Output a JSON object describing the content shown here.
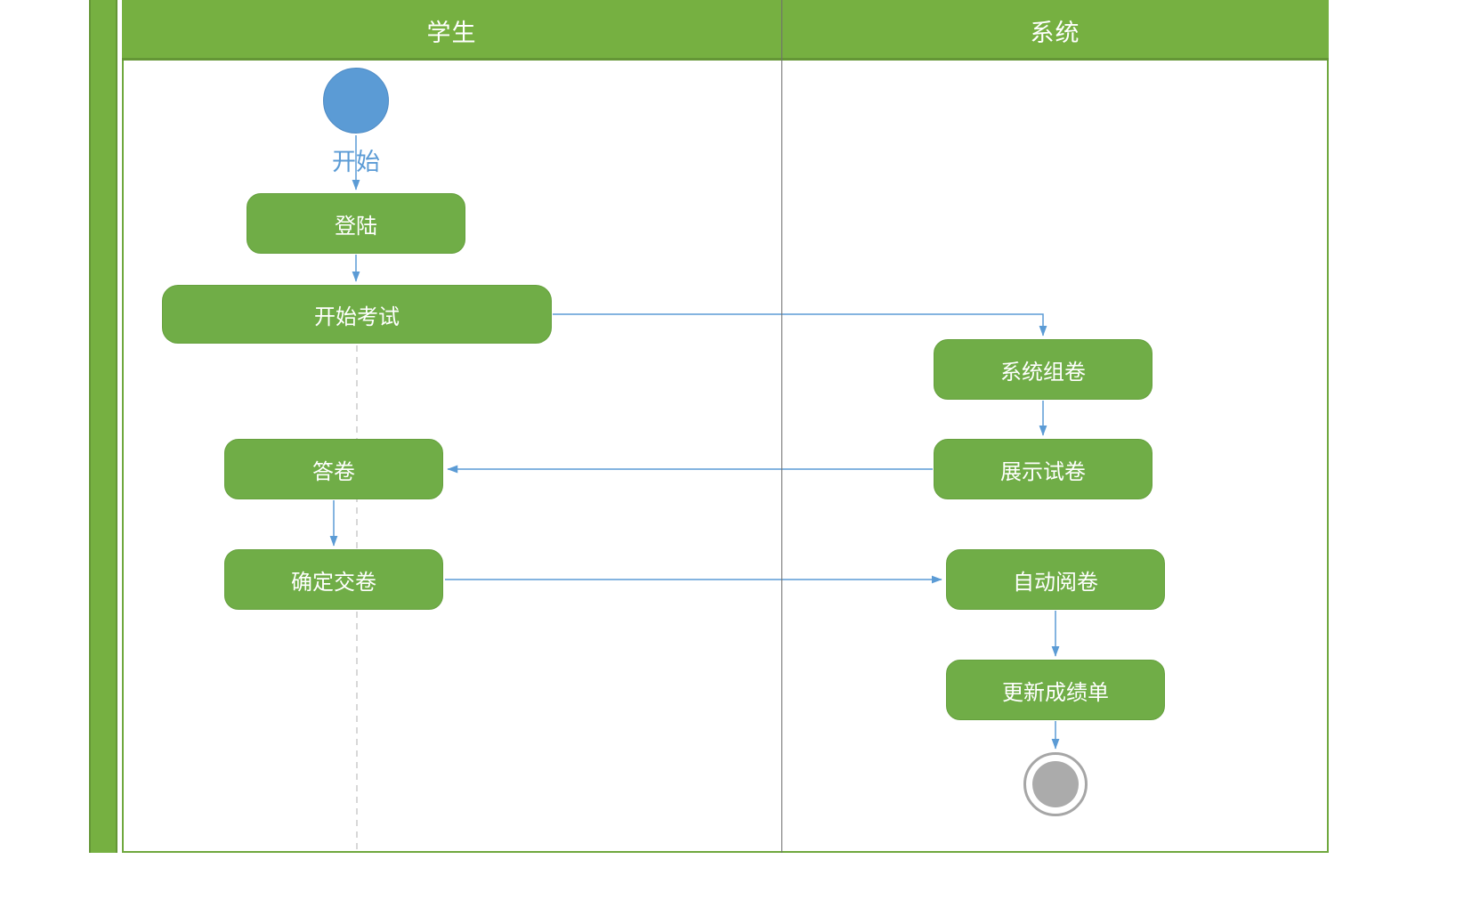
{
  "diagram": {
    "type": "activity-swimlane",
    "lanes": {
      "student": "学生",
      "system": "系统"
    },
    "nodes": {
      "start_label": "开始",
      "login": "登陆",
      "start_exam": "开始考试",
      "compose_paper": "系统组卷",
      "show_paper": "展示试卷",
      "answer": "答卷",
      "submit": "确定交卷",
      "auto_grade": "自动阅卷",
      "update_score": "更新成绩单"
    },
    "colors": {
      "node_green": "#70ad47",
      "header_green": "#76b041",
      "frame_border_green": "#6fa83e",
      "arrow_blue": "#5b9bd5",
      "start_blue": "#5b9bd5",
      "end_gray": "#ababab",
      "dashed_line_gray": "#cccccc"
    }
  }
}
